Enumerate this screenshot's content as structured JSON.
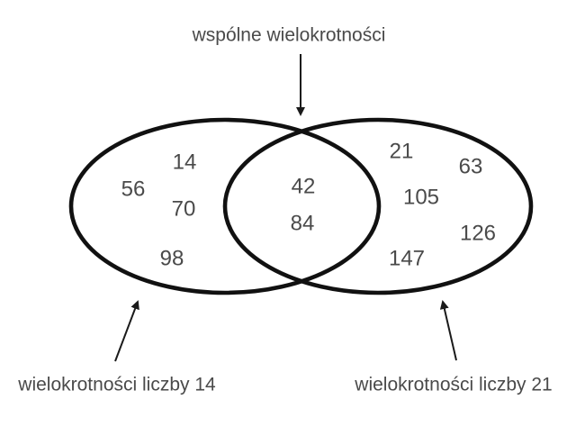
{
  "labels": {
    "top": "wspólne wielokrotności",
    "left": "wielokrotności liczby 14",
    "right": "wielokrotności liczby 21"
  },
  "venn": {
    "left_set": {
      "name": "wielokrotności liczby 14",
      "numbers": [
        "14",
        "56",
        "70",
        "98"
      ]
    },
    "intersection": {
      "name": "wspólne wielokrotności",
      "numbers": [
        "42",
        "84"
      ]
    },
    "right_set": {
      "name": "wielokrotności liczby 21",
      "numbers": [
        "21",
        "63",
        "105",
        "126",
        "147"
      ]
    }
  },
  "colors": {
    "background": "#ffffff",
    "ellipse_stroke": "#111111",
    "arrow": "#1a1a1a",
    "text": "#4a4a4a"
  }
}
